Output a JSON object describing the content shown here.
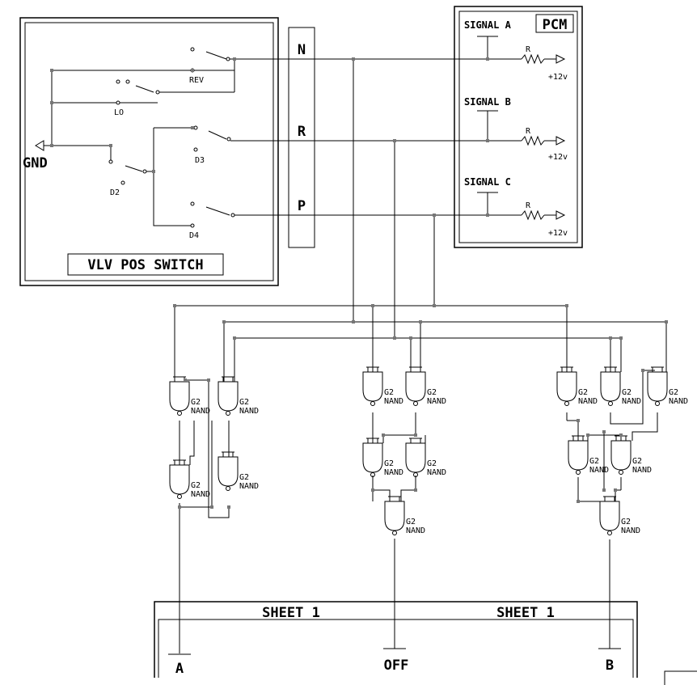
{
  "vlv_box": {
    "title": "VLV POS SWITCH",
    "gnd": "GND",
    "switch_labels": [
      "REV",
      "LO",
      "D3",
      "D2",
      "D4"
    ]
  },
  "connector": {
    "pins": [
      "N",
      "R",
      "P"
    ]
  },
  "pcm_box": {
    "title": "PCM",
    "signals": [
      "SIGNAL A",
      "SIGNAL B",
      "SIGNAL C"
    ],
    "resistor_label": "R",
    "supply_label": "+12v"
  },
  "gate": {
    "type_label": "G2",
    "name_label": "NAND"
  },
  "sheet": {
    "titles": [
      "SHEET 1",
      "SHEET 1"
    ]
  },
  "outputs": [
    "A",
    "OFF",
    "B"
  ]
}
